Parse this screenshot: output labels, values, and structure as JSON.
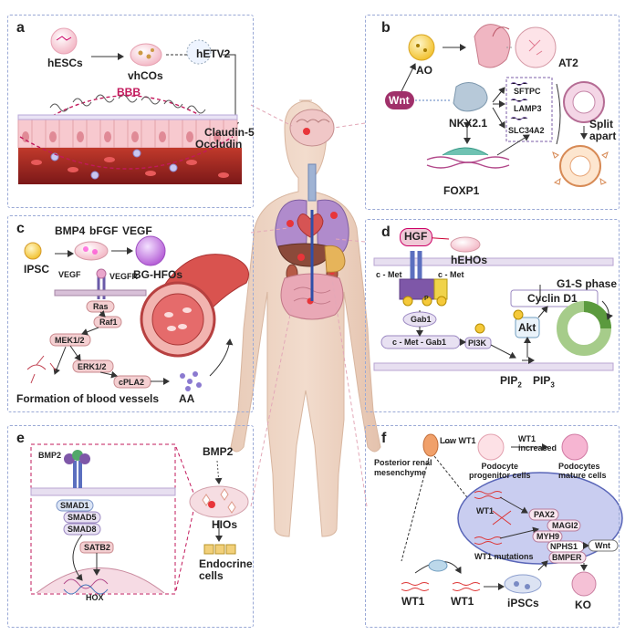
{
  "panel_a": {
    "label": "a",
    "hescs": "hESCs",
    "vhcos": "vhCOs",
    "hetv2": "hETV2",
    "bbb": "BBB",
    "claudin5": "Claudin-5",
    "occludin": "Occludin"
  },
  "panel_b": {
    "label": "b",
    "ao": "AO",
    "at2": "AT2",
    "wnt": "Wnt",
    "nkx21": "NKX2.1",
    "foxp1": "FOXP1",
    "sftpc": "SFTPC",
    "lamp3": "LAMP3",
    "slc34a2": "SLC34A2",
    "split_apart": "Split\napart"
  },
  "panel_c": {
    "label": "c",
    "bmp4": "BMP4",
    "bfgf": "bFGF",
    "vegf_top": "VEGF",
    "ipsc": "IPSC",
    "vegf": "VEGF",
    "vegfr": "VEGFR",
    "bg_hfos": "BG-HFOs",
    "ras": "Ras",
    "raf1": "Raf1",
    "mek": "MEK1/2",
    "erk": "ERK1/2",
    "cpla2": "cPLA2",
    "aa": "AA",
    "formation": "Formation of blood vessels"
  },
  "panel_d": {
    "label": "d",
    "hgf": "HGF",
    "heohs": "hEHOs",
    "cmet_l": "c - Met",
    "cmet_r": "c - Met",
    "cyclin": "Cyclin D1",
    "g1s": "G1-S phase",
    "gab1": "Gab1",
    "cmet_gab1": "c - Met - Gab1",
    "pi3k": "PI3K",
    "akt": "Akt",
    "pip2": "PIP",
    "pip2_sub": "2",
    "pip3": "PIP",
    "pip3_sub": "3",
    "p": "P"
  },
  "panel_e": {
    "label": "e",
    "bmp2_top": "BMP2",
    "bmp2": "BMP2",
    "smad1": "SMAD1",
    "smad5": "SMAD5",
    "smad8": "SMAD8",
    "satb2": "SATB2",
    "hox": "HOX",
    "hios": "HIOs",
    "endocrine": "Endocrine\ncells"
  },
  "panel_f": {
    "label": "f",
    "posterior": "Posterior renal\nmesenchyme",
    "low_wt1": "Low WT1",
    "wt1_increased": "WT1\nincreased",
    "podocyte_prog": "Podocyte\nprogenitor cells",
    "podocytes": "Podocytes\nmature cells",
    "pax2": "PAX2",
    "wt1_mid": "WT1",
    "magi2": "MAGI2",
    "myh9": "MYH9",
    "nphs1": "NPHS1",
    "wnt": "Wnt",
    "wt1_mut": "WT1 mutations",
    "bmper": "BMPER",
    "wt1_a": "WT1",
    "wt1_b": "WT1",
    "ipscs": "iPSCs",
    "ko": "KO"
  }
}
